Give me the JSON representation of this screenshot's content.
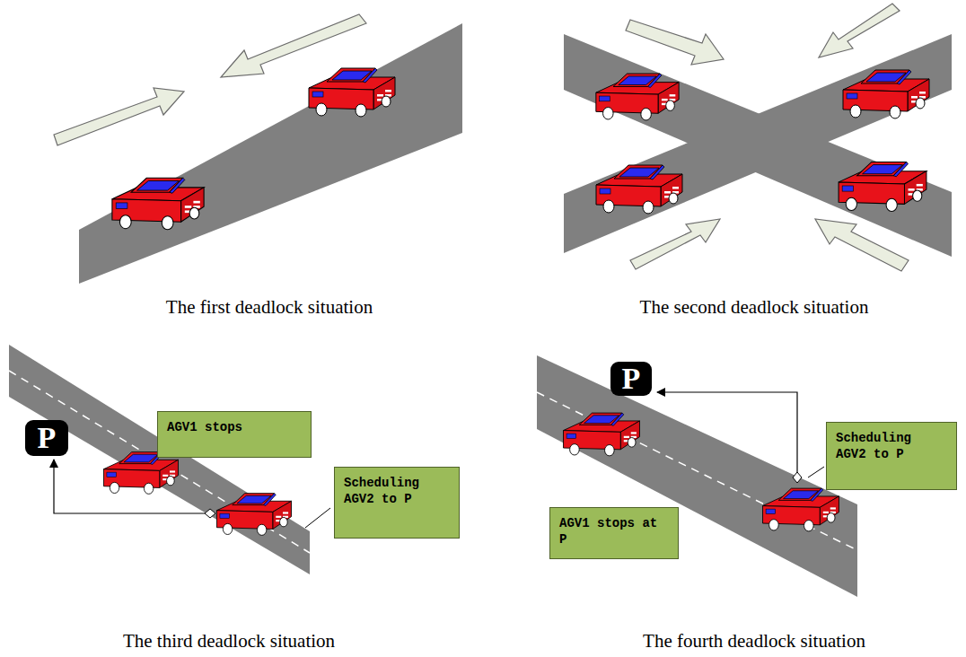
{
  "diagram": {
    "nodes": [
      {
        "text": [
          "P"
        ]
      },
      {
        "text": [
          "AGV1 stops"
        ]
      },
      {
        "text": [
          "Scheduling AGV2 to P"
        ]
      },
      {
        "text": [
          "P"
        ]
      },
      {
        "text": [
          "Scheduling AGV2 to P"
        ]
      },
      {
        "text": [
          "AGV1 stops at P"
        ]
      }
    ],
    "labels": [
      "The first deadlock situation",
      "The second deadlock situation",
      "The third deadlock situation",
      "The fourth deadlock situation"
    ]
  }
}
